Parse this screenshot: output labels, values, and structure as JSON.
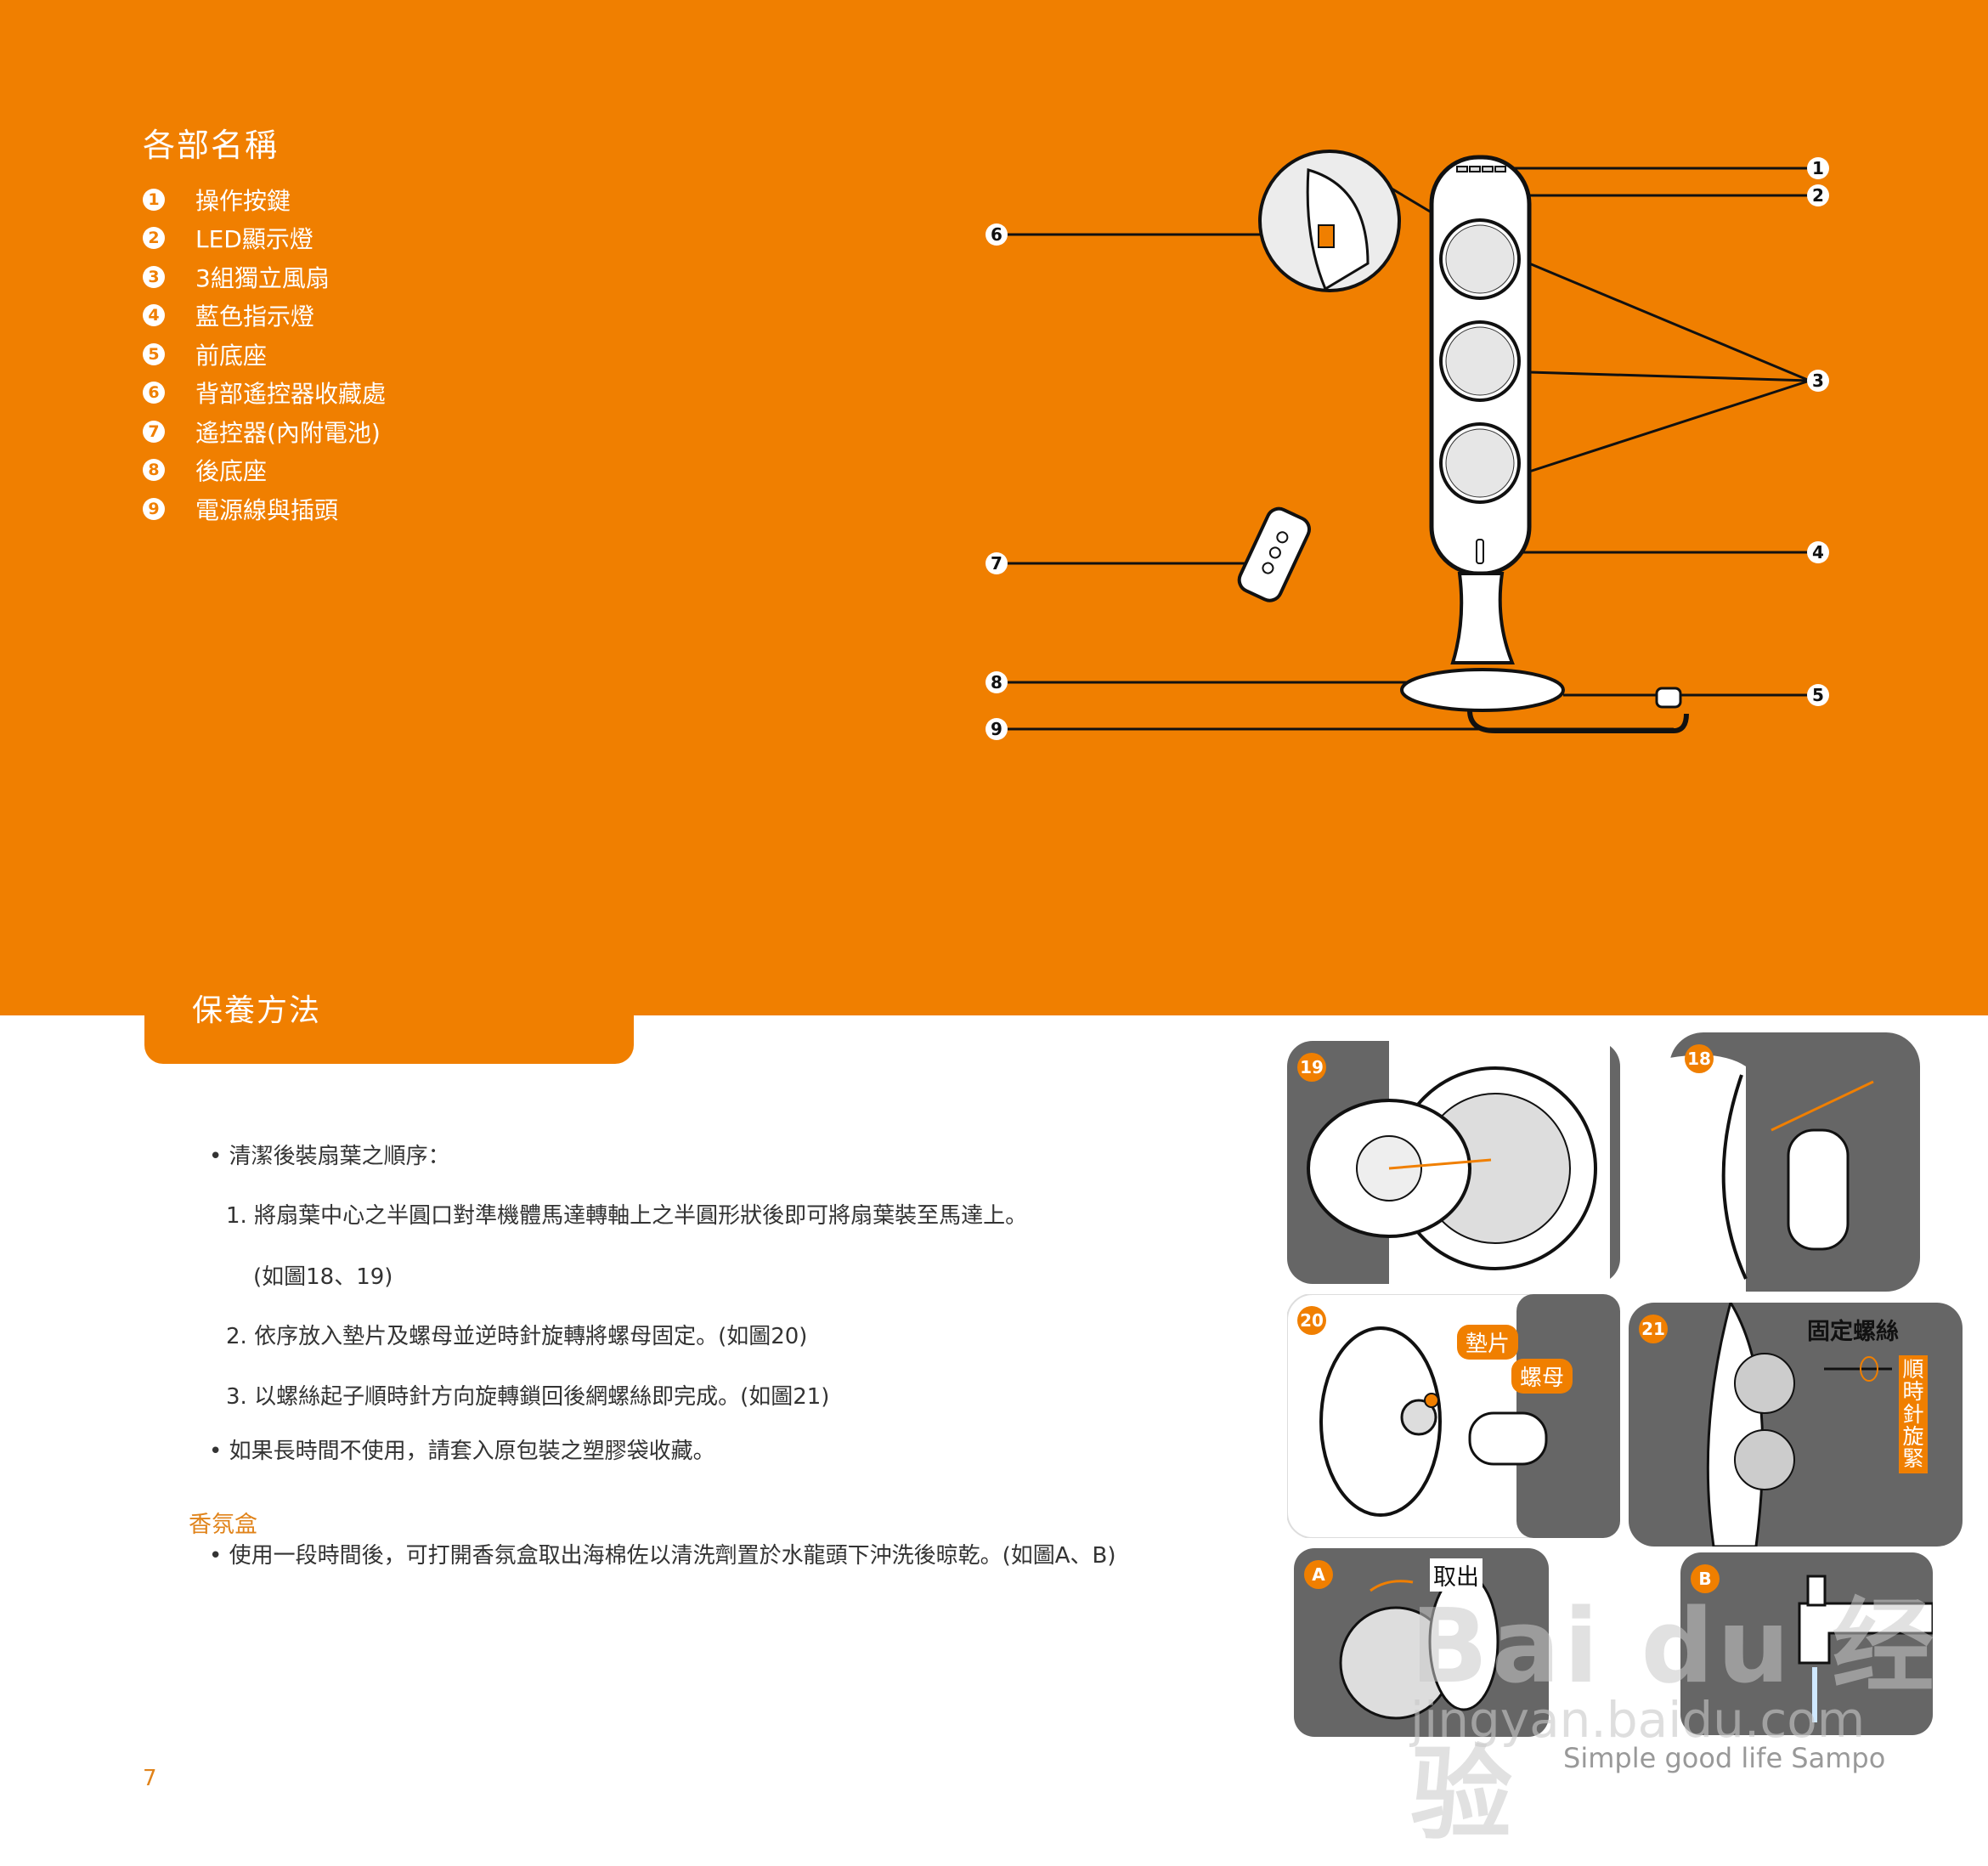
{
  "parts": {
    "title": "各部名稱",
    "items": [
      {
        "num": "1",
        "label": "操作按鍵"
      },
      {
        "num": "2",
        "label": "LED顯示燈"
      },
      {
        "num": "3",
        "label": "3組獨立風扇"
      },
      {
        "num": "4",
        "label": "藍色指示燈"
      },
      {
        "num": "5",
        "label": "前底座"
      },
      {
        "num": "6",
        "label": "背部遙控器收藏處"
      },
      {
        "num": "7",
        "label": "遙控器(內附電池)"
      },
      {
        "num": "8",
        "label": "後底座"
      },
      {
        "num": "9",
        "label": "電源線與插頭"
      }
    ],
    "diagram_callouts": [
      "1",
      "2",
      "3",
      "4",
      "5",
      "6",
      "7",
      "8",
      "9"
    ]
  },
  "care": {
    "title": "保養方法",
    "lines": [
      "• 清潔後裝扇葉之順序：",
      "1. 將扇葉中心之半圓口對準機體馬達轉軸上之半圓形狀後即可將扇葉裝至馬達上。",
      "(如圖18、19)",
      "2. 依序放入墊片及螺母並逆時針旋轉將螺母固定。(如圖20)",
      "3. 以螺絲起子順時針方向旋轉鎖回後網螺絲即完成。(如圖21)",
      "• 如果長時間不使用，請套入原包裝之塑膠袋收藏。"
    ],
    "aroma_title": "香氛盒",
    "aroma_line": "• 使用一段時間後，可打開香氛盒取出海棉佐以清洗劑置於水龍頭下沖洗後晾乾。(如圖A、B)"
  },
  "figures": {
    "fig19": "19",
    "fig18": "18",
    "fig20": "20",
    "fig21": "21",
    "figA": "A",
    "figB": "B",
    "washer_label": "墊片",
    "nut_label": "螺母",
    "screw_label": "固定螺絲",
    "clockwise_label": "順時針旋緊",
    "remove_label": "取出"
  },
  "page_number": "7",
  "tagline": "Simple good life Sampo",
  "watermark": "Bai du 经验",
  "watermark_sub": "jingyan.baidu.com",
  "colors": {
    "brand_orange": "#f07f00",
    "panel_gray": "#666666"
  }
}
